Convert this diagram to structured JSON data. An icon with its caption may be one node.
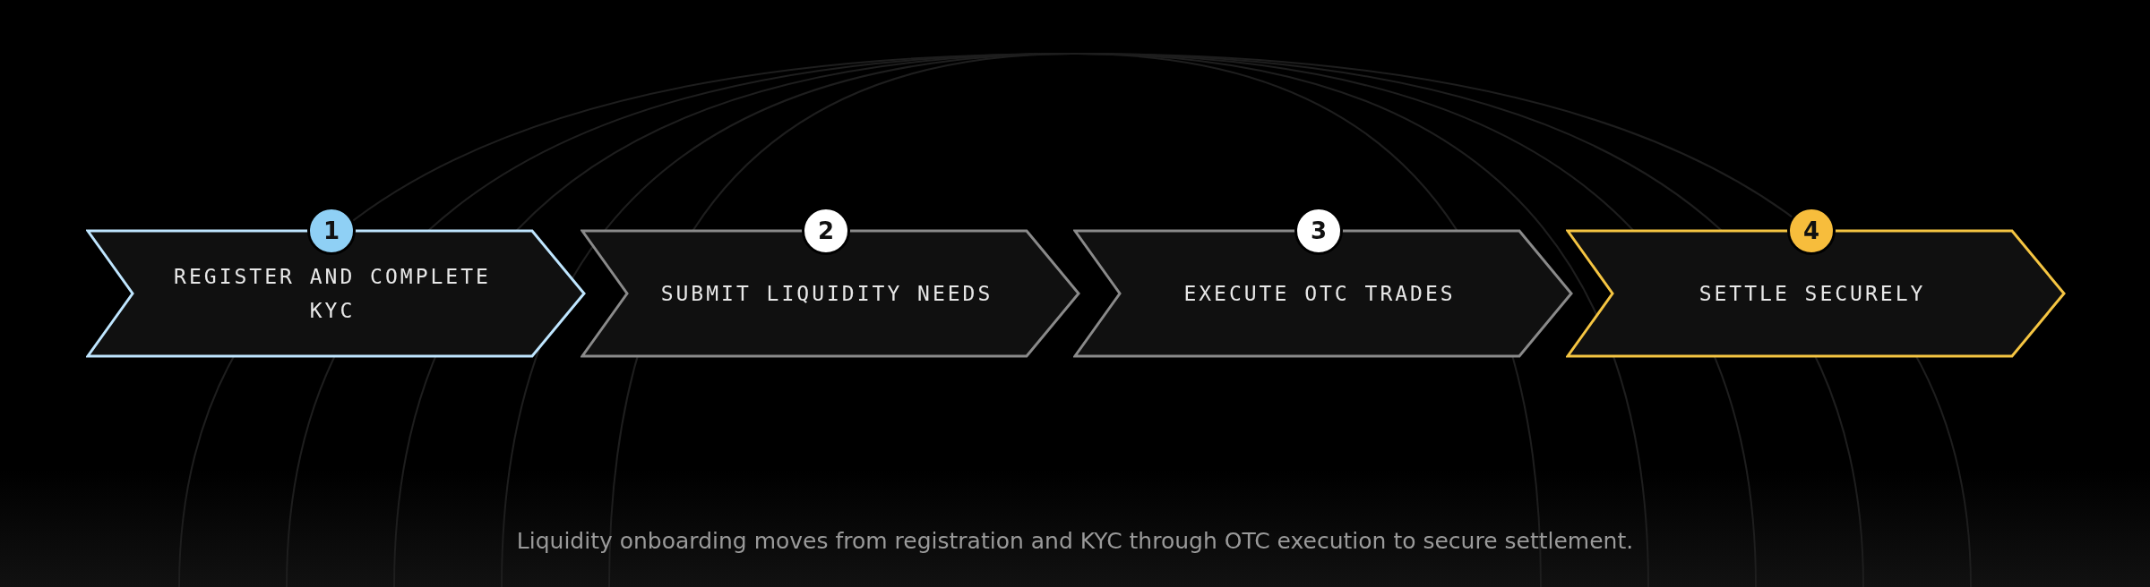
{
  "diagram": {
    "caption": "Liquidity onboarding moves from registration and KYC through OTC execution to secure settlement.",
    "nodes": [
      {
        "text": [
          "1",
          "REGISTER AND COMPLETE KYC"
        ]
      },
      {
        "text": [
          "2",
          "SUBMIT LIQUIDITY NEEDS"
        ]
      },
      {
        "text": [
          "3",
          "EXECUTE OTC TRADES"
        ]
      },
      {
        "text": [
          "4",
          "SETTLE SECURELY"
        ]
      }
    ]
  }
}
